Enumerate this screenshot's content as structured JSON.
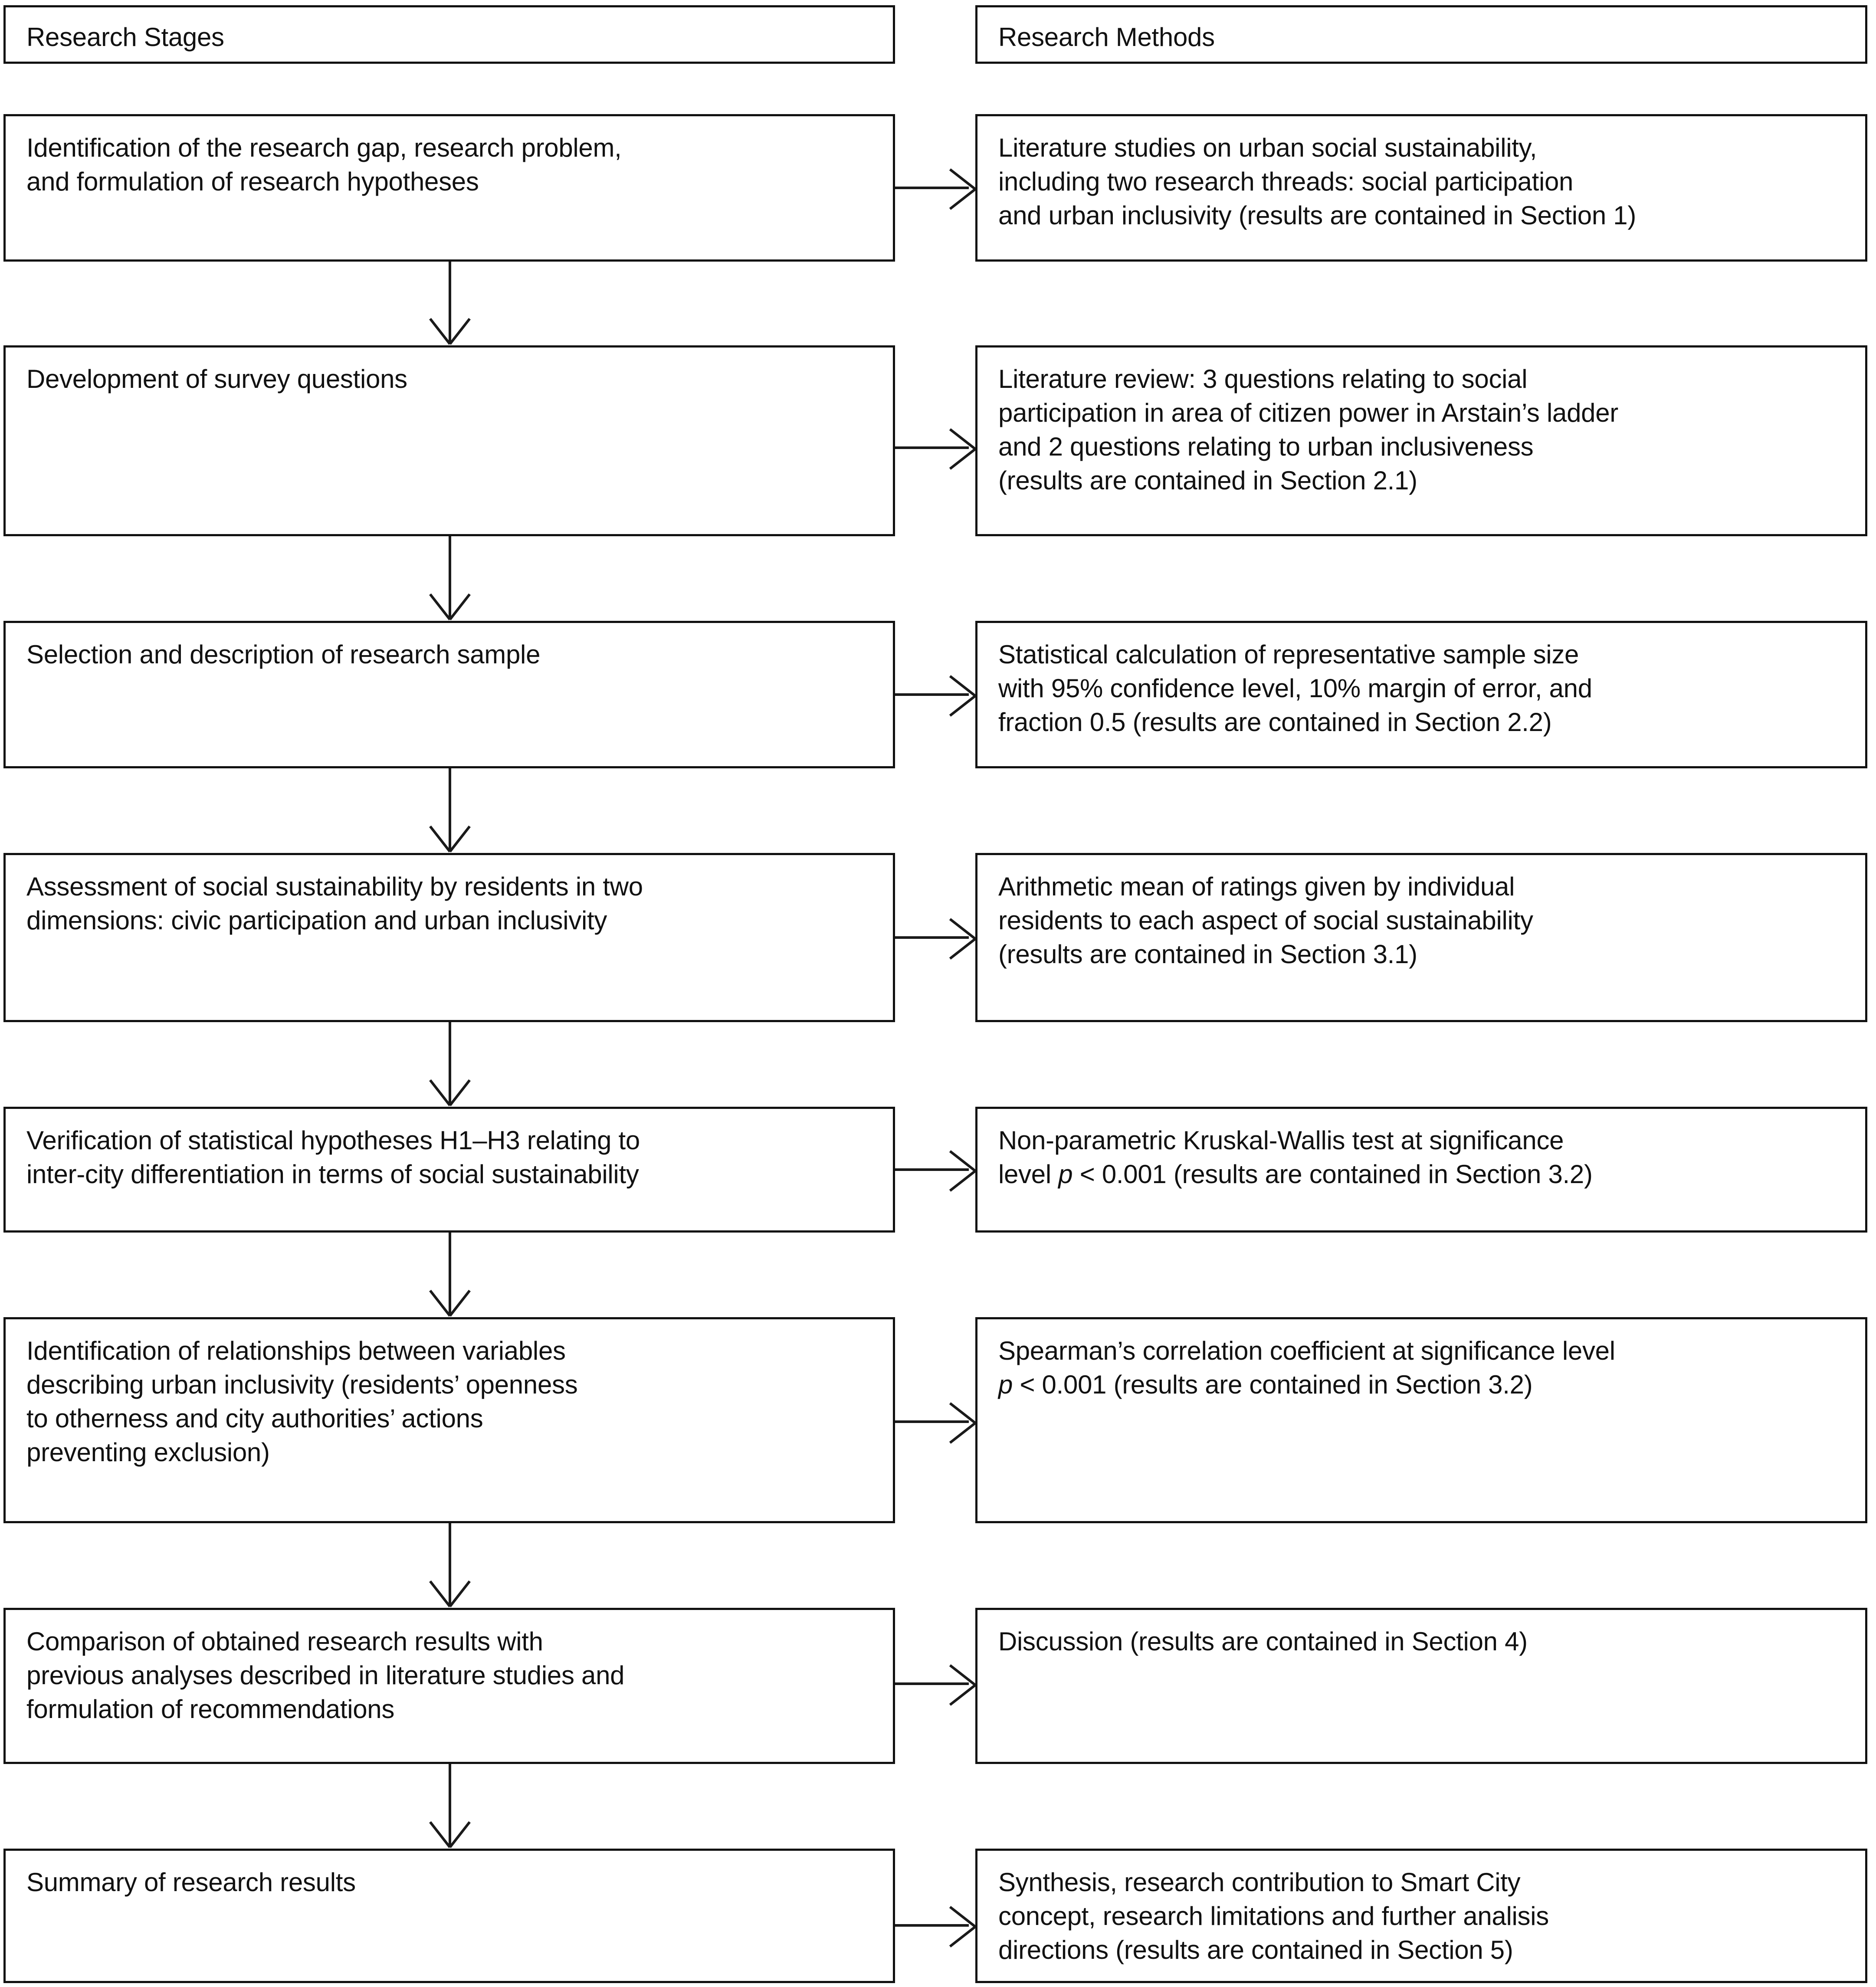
{
  "diagram": {
    "type": "flowchart",
    "columns": [
      {
        "key": "stages",
        "header": "Research Stages"
      },
      {
        "key": "methods",
        "header": "Research Methods"
      }
    ],
    "rows": [
      {
        "stage": "Identification of the research gap, research problem,\nand formulation of research hypotheses",
        "method": "Literature studies on urban social sustainability,\nincluding two research threads: social participation\nand urban inclusivity (results are contained in Section 1)"
      },
      {
        "stage": "Development of survey questions",
        "method": "Literature review: 3 questions relating to social\nparticipation in area of citizen power in Arstain’s ladder\nand 2 questions relating to urban inclusiveness\n(results are contained in Section 2.1)"
      },
      {
        "stage": "Selection and description of research sample",
        "method": "Statistical calculation of representative sample size\nwith 95% confidence level, 10% margin of error, and\nfraction 0.5 (results are contained in Section 2.2)"
      },
      {
        "stage": "Assessment of social sustainability by residents in two\ndimensions: civic participation and urban inclusivity",
        "method": "Arithmetic mean of ratings given by individual\nresidents to each aspect of social sustainability\n(results are contained in Section 3.1)"
      },
      {
        "stage": "Verification of statistical hypotheses H1–H3 relating to\ninter-city differentiation in terms of social sustainability",
        "method_parts": [
          "Non-parametric Kruskal-Wallis test at significance\nlevel ",
          "p",
          " < 0.001 (results are contained in Section 3.2)"
        ],
        "method": "Non-parametric Kruskal-Wallis test at significance\nlevel p < 0.001 (results are contained in Section 3.2)"
      },
      {
        "stage": "Identification of relationships between variables\ndescribing urban inclusivity (residents’ openness\nto otherness and city authorities’ actions\npreventing exclusion)",
        "method_parts": [
          "Spearman’s correlation coefficient at significance level\n",
          "p",
          " < 0.001 (results are contained in Section 3.2)"
        ],
        "method": "Spearman’s correlation coefficient at significance level\np < 0.001 (results are contained in Section 3.2)"
      },
      {
        "stage": "Comparison of obtained research results with\nprevious analyses described in literature studies and\nformulation of recommendations",
        "method": "Discussion (results are contained in Section 4)"
      },
      {
        "stage": "Summary of research results",
        "method": "Synthesis, research contribution to Smart City\nconcept, research limitations and further analisis\ndirections (results are contained in Section 5)"
      }
    ],
    "colors": {
      "stroke": "#111111",
      "background": "#ffffff",
      "text": "#111111"
    }
  }
}
